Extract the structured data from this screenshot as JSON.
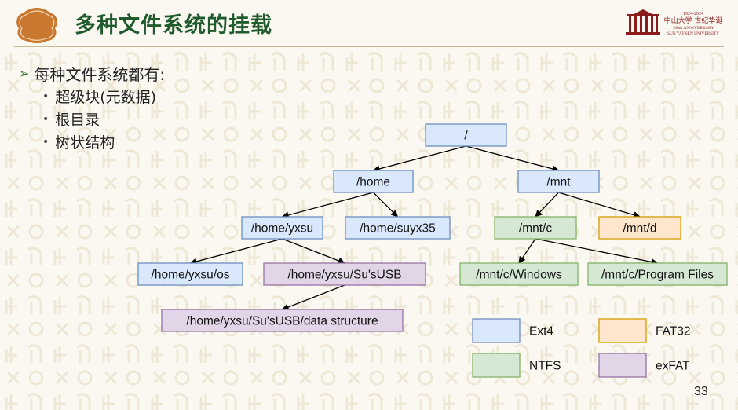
{
  "slide": {
    "title": "多种文件系统的挂载",
    "page_number": "33"
  },
  "logo": {
    "line1": "1924-2024",
    "line2": "中山大学 世纪华诞",
    "line3": "100th ANNIVERSARY",
    "line4": "SUN YAT-SEN UNIVERSITY"
  },
  "bullets": {
    "main": "每种文件系统都有:",
    "items": [
      "超级块(元数据)",
      "根目录",
      "树状结构"
    ]
  },
  "colors": {
    "ext4": {
      "fill": "#dae8fc",
      "stroke": "#6c8ebf"
    },
    "ntfs": {
      "fill": "#d5e8d4",
      "stroke": "#82b366"
    },
    "fat32": {
      "fill": "#ffe6cc",
      "stroke": "#d79b00"
    },
    "exfat": {
      "fill": "#e1d5e7",
      "stroke": "#9673a6"
    }
  },
  "tree": {
    "nodes": [
      {
        "id": "root",
        "label": "/",
        "fs": "ext4"
      },
      {
        "id": "home",
        "label": "/home",
        "fs": "ext4"
      },
      {
        "id": "mnt",
        "label": "/mnt",
        "fs": "ext4"
      },
      {
        "id": "yxsu",
        "label": "/home/yxsu",
        "fs": "ext4"
      },
      {
        "id": "suyx35",
        "label": "/home/suyx35",
        "fs": "ext4"
      },
      {
        "id": "mntc",
        "label": "/mnt/c",
        "fs": "ntfs"
      },
      {
        "id": "mntd",
        "label": "/mnt/d",
        "fs": "fat32"
      },
      {
        "id": "os",
        "label": "/home/yxsu/os",
        "fs": "ext4"
      },
      {
        "id": "usb",
        "label": "/home/yxsu/Su'sUSB",
        "fs": "exfat"
      },
      {
        "id": "win",
        "label": "/mnt/c/Windows",
        "fs": "ntfs"
      },
      {
        "id": "pf",
        "label": "/mnt/c/Program Files",
        "fs": "ntfs"
      },
      {
        "id": "ds",
        "label": "/home/yxsu/Su'sUSB/data structure",
        "fs": "exfat"
      }
    ],
    "edges": [
      [
        "root",
        "home"
      ],
      [
        "root",
        "mnt"
      ],
      [
        "home",
        "yxsu"
      ],
      [
        "home",
        "suyx35"
      ],
      [
        "mnt",
        "mntc"
      ],
      [
        "mnt",
        "mntd"
      ],
      [
        "yxsu",
        "os"
      ],
      [
        "yxsu",
        "usb"
      ],
      [
        "mntc",
        "win"
      ],
      [
        "mntc",
        "pf"
      ],
      [
        "usb",
        "ds"
      ]
    ]
  },
  "legend": [
    {
      "label": "Ext4",
      "fs": "ext4"
    },
    {
      "label": "FAT32",
      "fs": "fat32"
    },
    {
      "label": "NTFS",
      "fs": "ntfs"
    },
    {
      "label": "exFAT",
      "fs": "exfat"
    }
  ]
}
